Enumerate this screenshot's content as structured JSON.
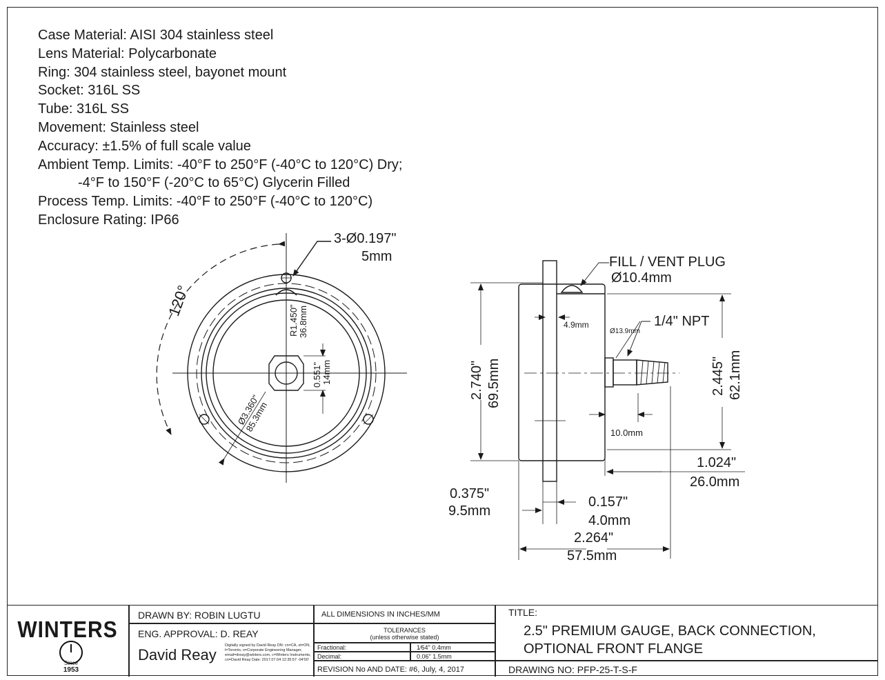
{
  "specs": {
    "case": "Case Material: AISI 304 stainless steel",
    "lens": "Lens Material: Polycarbonate",
    "ring": "Ring: 304 stainless steel, bayonet mount",
    "socket": "Socket: 316L SS",
    "tube": "Tube: 316L SS",
    "movement": "Movement: Stainless steel",
    "accuracy": "Accuracy: ±1.5% of full scale value",
    "ambient1": "Ambient Temp. Limits: -40°F to 250°F (-40°C to 120°C) Dry;",
    "ambient2": "-4°F to 150°F (-20°C to 65°C) Glycerin Filled",
    "process": "Process Temp. Limits: -40°F to 250°F (-40°C to 120°C)",
    "enclosure": "Enclosure Rating: IP66"
  },
  "front_view": {
    "angle": "120°",
    "holes_in": "3-Ø0.197\"",
    "holes_mm": "5mm",
    "radius_in": "R1.450\"",
    "radius_mm": "36.8mm",
    "hex_in": "0.551\"",
    "hex_mm": "14mm",
    "bolt_circle_in": "Ø3.360\"",
    "bolt_circle_mm": "85.3mm"
  },
  "side_view": {
    "fill_plug": "FILL / VENT PLUG",
    "fill_plug_mm": "Ø10.4mm",
    "npt": "1/4\" NPT",
    "wall": "4.9mm",
    "socket_dia": "Ø13.9mm",
    "thread_len": "10.0mm",
    "flange_h_in": "2.740\"",
    "flange_h_mm": "69.5mm",
    "case_h_in": "2.445\"",
    "case_h_mm": "62.1mm",
    "back_in": "1.024\"",
    "back_mm": "26.0mm",
    "flange_t_in": "0.375\"",
    "flange_t_mm": "9.5mm",
    "gap_in": "0.157\"",
    "gap_mm": "4.0mm",
    "total_in": "2.264\"",
    "total_mm": "57.5mm"
  },
  "title_block": {
    "logo": "WINTERS",
    "since": "Since",
    "year": "1953",
    "drawn_by": "DRAWN BY: ROBIN LUGTU",
    "eng_approval": "ENG. APPROVAL: D. REAY",
    "signature": "David Reay",
    "digital_sig": "Digitally signed by David Reay DN: cn=CA, st=ON, l=Toronto, o=Corporate Engineering Manager, email=dreay@winters.com, c=Winters Instruments, cn=David Reay Date: 2017.07.04 12:35:57 -04'00'",
    "all_dims": "ALL DIMENSIONS IN INCHES/MM",
    "tolerances": "TOLERANCES",
    "unless": "(unless otherwise stated)",
    "fractional_label": "Fractional:",
    "fractional_val": "1⁄64\" 0.4mm",
    "decimal_label": "Decimal:",
    "decimal_val": "0.06\" 1.5mm",
    "revision": "REVISION No AND DATE: #6, July, 4, 2017",
    "title_label": "TITLE:",
    "title_line1": "2.5\" PREMIUM GAUGE, BACK CONNECTION,",
    "title_line2": "OPTIONAL FRONT FLANGE",
    "drawing_no": "DRAWING NO: PFP-25-T-S-F"
  }
}
